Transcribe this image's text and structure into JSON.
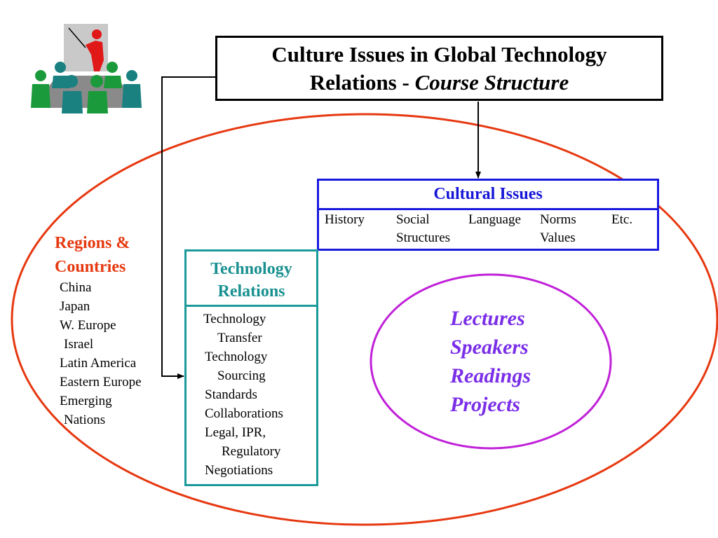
{
  "title": {
    "line1": "Culture Issues in Global Technology",
    "line2_prefix": "Relations - ",
    "line2_italic": "Course Structure"
  },
  "cultural": {
    "heading": "Cultural Issues",
    "items": [
      "History",
      "Social",
      "Structures",
      "Language",
      "Norms",
      "Values",
      "Etc."
    ]
  },
  "technology": {
    "heading_line1": "Technology",
    "heading_line2": "Relations",
    "items": [
      "Technology",
      "Transfer",
      "Technology",
      "Sourcing",
      "Standards",
      "Collaborations",
      "Legal, IPR,",
      "Regulatory",
      "Negotiations"
    ]
  },
  "regions": {
    "heading_line1": "Regions &",
    "heading_line2": "Countries",
    "items": [
      "China",
      "Japan",
      "W. Europe",
      "Israel",
      "Latin America",
      "Eastern Europe",
      "Emerging",
      "Nations"
    ]
  },
  "methods": [
    "Lectures",
    "Speakers",
    "Readings",
    "Projects"
  ],
  "colors": {
    "outer_ellipse": "#e63810",
    "inner_ellipse": "#c020d8",
    "cultural": "#1a1adf",
    "technology": "#1a9a9a",
    "methods": "#7a2ee8"
  },
  "icons": [
    "presenter-meeting-icon"
  ]
}
